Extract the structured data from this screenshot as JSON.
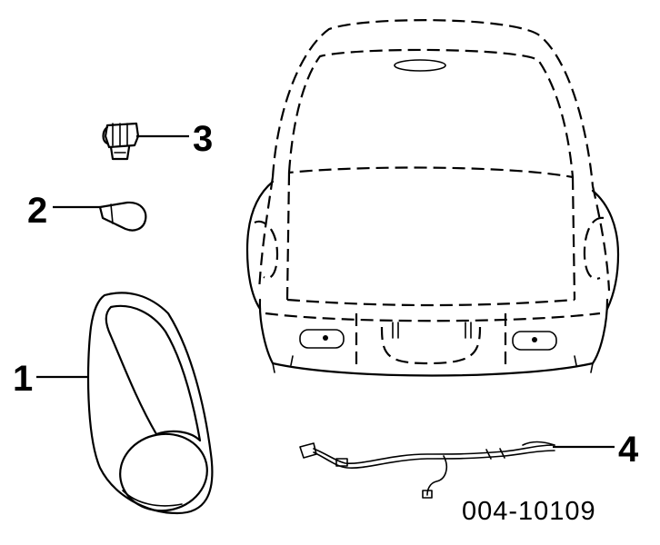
{
  "callouts": {
    "c1": "1",
    "c2": "2",
    "c3": "3",
    "c4": "4"
  },
  "figure_code": "004-10109",
  "icons": {
    "tail_lamp": "tail-lamp-icon",
    "bulb": "bulb-icon",
    "socket": "socket-icon",
    "harness": "wiring-harness-icon",
    "vehicle": "vehicle-rear-icon"
  }
}
